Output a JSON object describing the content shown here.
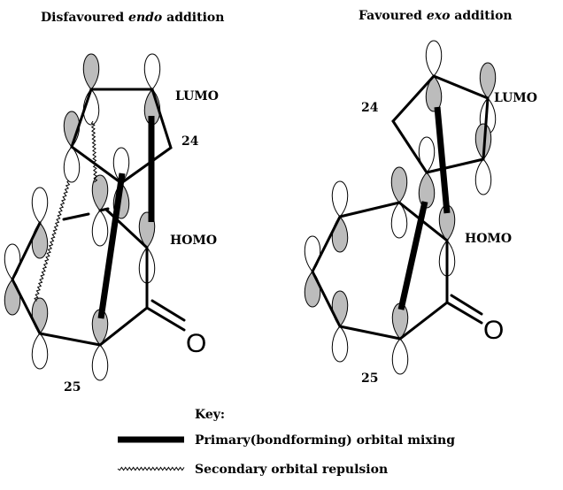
{
  "titles": {
    "left": {
      "pre": "Disfavoured ",
      "em": "endo",
      "post": " addition"
    },
    "right": {
      "pre": "Favoured ",
      "em": "exo",
      "post": " addition"
    }
  },
  "labels": {
    "lumo": "LUMO",
    "homo": "HOMO",
    "diene_number": "24",
    "dienophile_number": "25",
    "oxygen": "O"
  },
  "key": {
    "title": "Key:",
    "primary": "Primary(bondforming) orbital mixing",
    "secondary": "Secondary orbital repulsion"
  },
  "colors": {
    "shaded_lobe": "#bcbcbc",
    "line": "#000000"
  }
}
